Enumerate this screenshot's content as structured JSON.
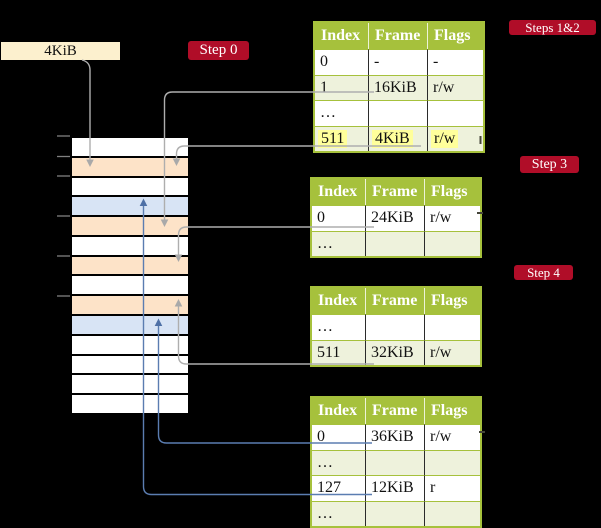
{
  "colors": {
    "background": "#000000",
    "badge_red": "#b00d28",
    "table_header_green": "#a6c13c",
    "table_row_green": "#eef2dc",
    "memory_orange": "#fde3c8",
    "memory_blue": "#d8e4f5",
    "label_cream": "#fcf0ce",
    "highlight_yellow": "#ffff9b",
    "pointer_gray": "#aeaeae",
    "pointer_blue": "#5b7db1"
  },
  "frame_label": {
    "text": "4KiB"
  },
  "badges": {
    "step0": "Step 0",
    "steps12": "Steps 1&2",
    "step3": "Step 3",
    "step4": "Step 4"
  },
  "memory": {
    "rows": [
      "white",
      "orange",
      "white",
      "blue",
      "orange",
      "white",
      "orange",
      "white",
      "orange",
      "blue",
      "white",
      "white",
      "white",
      "white"
    ]
  },
  "tables": [
    {
      "id": "page-table-level-0",
      "step": "Steps 1&2",
      "headers": [
        "Index",
        "Frame",
        "Flags"
      ],
      "rows": [
        {
          "cells": [
            "0",
            "-",
            "-"
          ]
        },
        {
          "cells": [
            "1",
            "16KiB",
            "r/w"
          ]
        },
        {
          "cells": [
            "…",
            "",
            ""
          ]
        },
        {
          "cells": [
            "511",
            "4KiB",
            "r/w"
          ],
          "highlight": true
        }
      ]
    },
    {
      "id": "page-table-level-1",
      "step": "Step 3",
      "headers": [
        "Index",
        "Frame",
        "Flags"
      ],
      "rows": [
        {
          "cells": [
            "0",
            "24KiB",
            "r/w"
          ]
        },
        {
          "cells": [
            "…",
            "",
            ""
          ]
        }
      ]
    },
    {
      "id": "page-table-level-2",
      "step": "Step 4",
      "headers": [
        "Index",
        "Frame",
        "Flags"
      ],
      "rows": [
        {
          "cells": [
            "…",
            "",
            ""
          ]
        },
        {
          "cells": [
            "511",
            "32KiB",
            "r/w"
          ]
        }
      ]
    },
    {
      "id": "page-table-level-3",
      "step": "",
      "headers": [
        "Index",
        "Frame",
        "Flags"
      ],
      "rows": [
        {
          "cells": [
            "0",
            "36KiB",
            "r/w"
          ]
        },
        {
          "cells": [
            "…",
            "",
            ""
          ]
        },
        {
          "cells": [
            "127",
            "12KiB",
            "r"
          ]
        },
        {
          "cells": [
            "…",
            "",
            ""
          ]
        }
      ]
    }
  ],
  "connectors": [
    {
      "from": "4KiB label",
      "to": "memory frame 4KiB",
      "color": "gray"
    },
    {
      "from": "level-0 entry 1 (16KiB)",
      "to": "memory frame 16KiB",
      "color": "gray"
    },
    {
      "from": "level-0 entry 511 (4KiB)",
      "to": "memory frame 4KiB",
      "color": "gray"
    },
    {
      "from": "level-1 entry 0 (24KiB)",
      "to": "memory frame 24KiB",
      "color": "gray"
    },
    {
      "from": "level-2 entry 511 (32KiB)",
      "to": "memory frame 32KiB",
      "color": "gray"
    },
    {
      "from": "level-3 entry 0 (36KiB)",
      "to": "memory frame 36KiB",
      "color": "blue"
    },
    {
      "from": "level-3 entry 127 (12KiB)",
      "to": "memory frame 12KiB",
      "color": "blue"
    }
  ]
}
